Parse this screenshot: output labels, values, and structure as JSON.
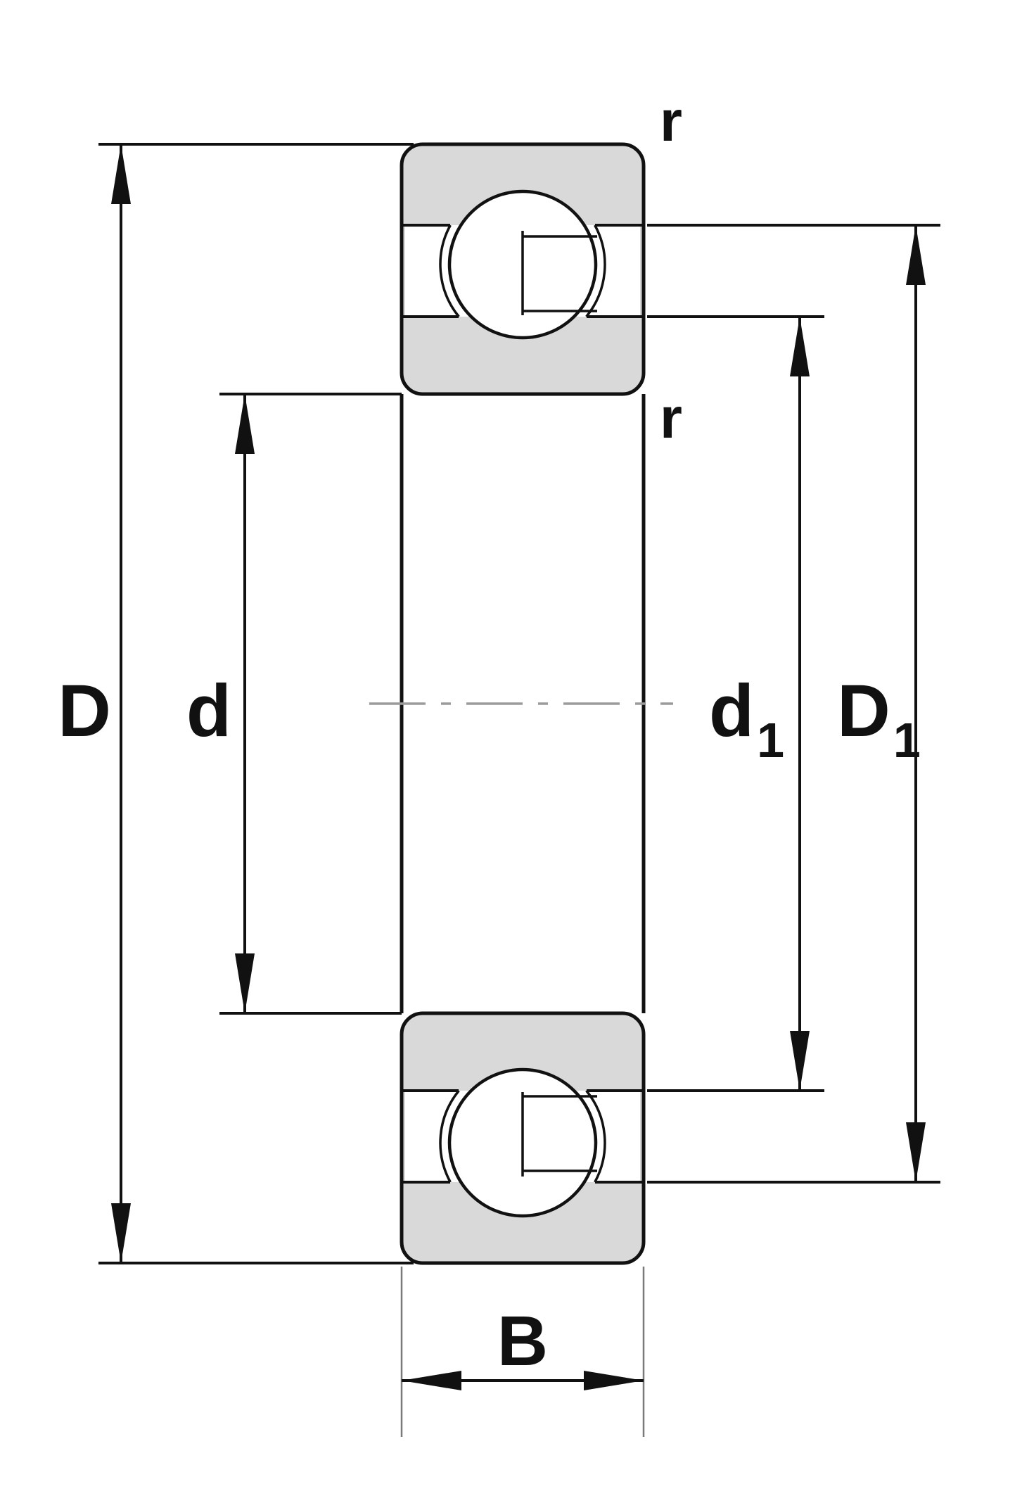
{
  "labels": {
    "outer_diameter": "D",
    "bore_diameter": "d",
    "inner_shoulder_base": "d",
    "inner_shoulder_sub": "1",
    "outer_shoulder_base": "D",
    "outer_shoulder_sub": "1",
    "width": "B",
    "corner_radius_outer": "r",
    "corner_radius_inner": "r"
  },
  "colors": {
    "outline": "#111111",
    "ring_fill": "#d9d9d9",
    "ball_fill": "#ffffff",
    "centerline": "#9b9b9b",
    "extension_line": "#7a7a7a",
    "background": "#ffffff"
  }
}
